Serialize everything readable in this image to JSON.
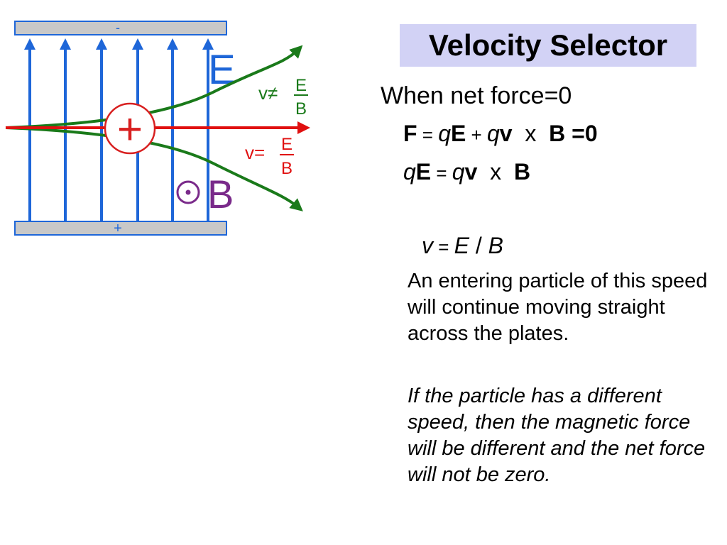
{
  "title": "Velocity Selector",
  "diagram": {
    "top_plate_sign": "-",
    "bottom_plate_sign": "+",
    "field_E_label": "E",
    "field_B_label": "B",
    "field_B_symbol": "⊙",
    "charge_sign": "+",
    "upper_path_label_v": "v≠",
    "lower_path_label_v": "v=",
    "fraction_num": "E",
    "fraction_den": "B",
    "colors": {
      "plate_fill": "#c8c8c8",
      "plate_stroke": "#1e66d8",
      "field_lines": "#1e66d8",
      "deflected_paths": "#1a7a1a",
      "straight_path": "#e01010",
      "charge": "#d82020",
      "b_field": "#7a2a8a"
    }
  },
  "equations": {
    "intro": "When net force=0",
    "eq1": {
      "F": "F",
      "eq": " = ",
      "q1": "q",
      "E": "E",
      "plus": " + ",
      "q2": "q",
      "v": "v",
      "x": "  x  ",
      "B": "B",
      "tail": " =0"
    },
    "eq2": {
      "q1": "q",
      "E": "E",
      "eq": " = ",
      "q2": "q",
      "v": "v",
      "x": "  x  ",
      "B": "B"
    },
    "eq3": {
      "v": "v",
      "eq": " = ",
      "E": "E",
      "slash": " / ",
      "B": "B"
    }
  },
  "explanation": "An entering particle of this speed will continue moving straight across the plates.",
  "note": "If the particle has a different speed, then the magnetic force will be different and the net force will not be zero."
}
